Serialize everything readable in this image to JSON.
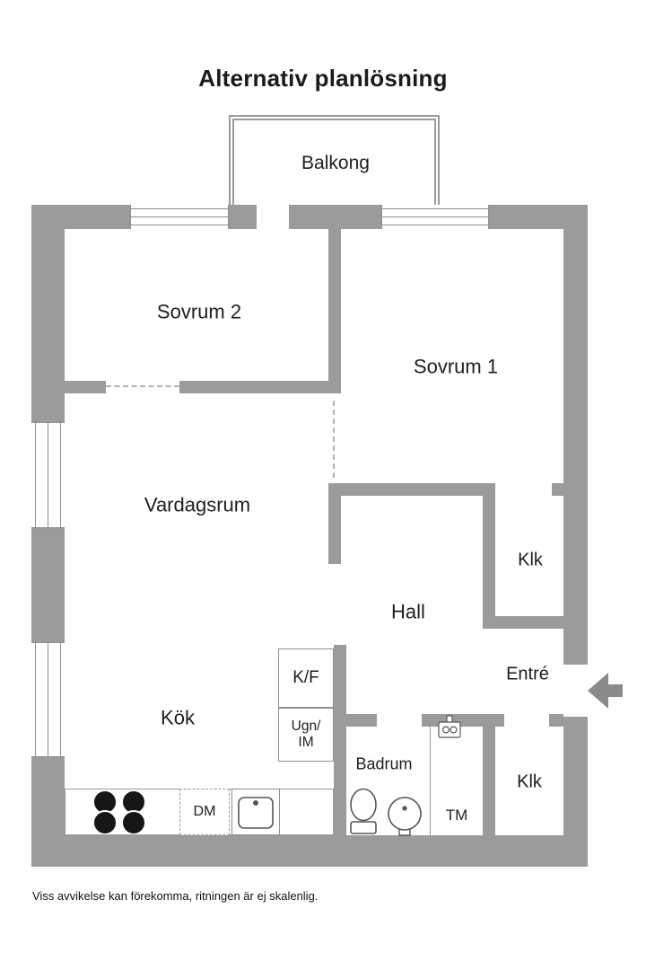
{
  "title": "Alternativ planlösning",
  "disclaimer": "Viss avvikelse kan förekomma, ritningen är ej skalenlig.",
  "colors": {
    "wall": "#9b9b9b",
    "text": "#1e1e1e"
  },
  "labels": {
    "balkong": "Balkong",
    "sovrum2": "Sovrum 2",
    "sovrum1": "Sovrum 1",
    "vardagsrum": "Vardagsrum",
    "klk_upper": "Klk",
    "hall": "Hall",
    "entre": "Entré",
    "kok": "Kök",
    "kf": "K/F",
    "ugn_line1": "Ugn/",
    "ugn_line2": "IM",
    "badrum": "Badrum",
    "tm": "TM",
    "klk_lower": "Klk",
    "dm": "DM"
  },
  "icons": {
    "stove": "4-burner-stove",
    "kitchen_sink": "kitchen-sink",
    "toilet": "toilet",
    "washbasin": "round-washbasin",
    "laundry_valve": "laundry-connection",
    "entrance_arrow": "entrance-left-arrow"
  }
}
